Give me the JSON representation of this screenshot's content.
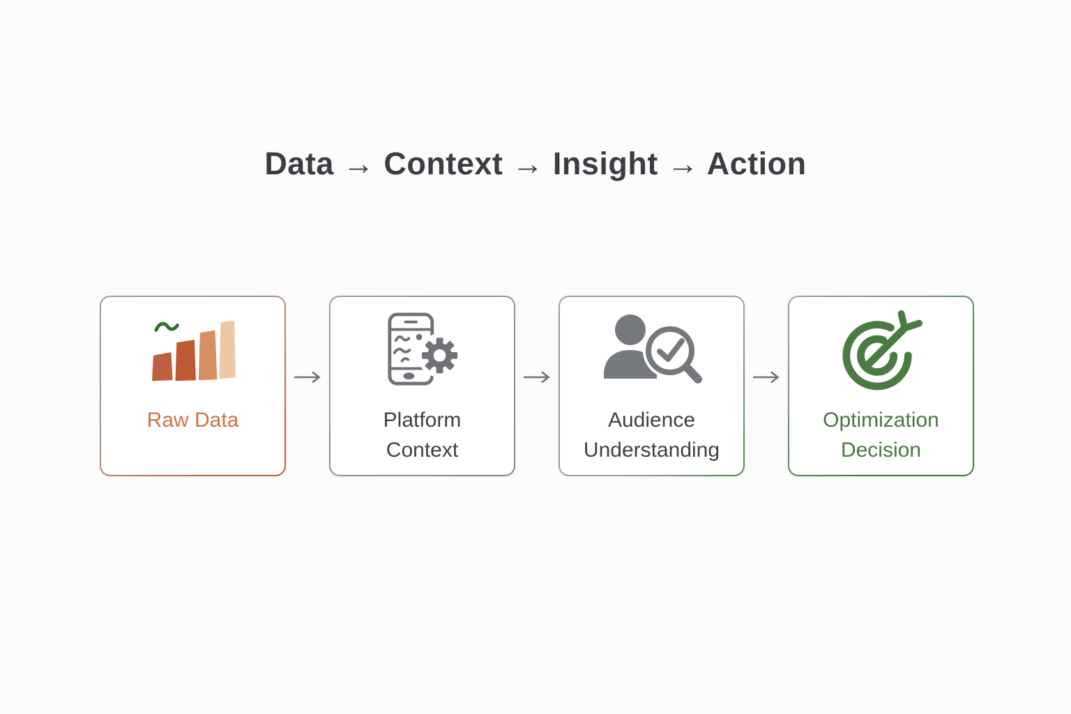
{
  "title": "Data → Context → Insight → Action",
  "flow": {
    "connector_symbol": "→",
    "steps": [
      {
        "name": "raw-data",
        "lines": [
          "Raw Data"
        ],
        "icon": "bar-chart-icon",
        "accent_color": "#c2633c",
        "label_color": "#c87347"
      },
      {
        "name": "platform-context",
        "lines": [
          "Platform",
          "Context"
        ],
        "icon": "phone-gear-icon",
        "accent_color": "#8f9398",
        "label_color": "#3d4145"
      },
      {
        "name": "audience-understanding",
        "lines": [
          "Audience",
          "Understanding"
        ],
        "icon": "person-magnifier-icon",
        "accent_color": "#8f9398",
        "label_color": "#3d4145"
      },
      {
        "name": "optimization-decision",
        "lines": [
          "Optimization",
          "Decision"
        ],
        "icon": "target-arrow-icon",
        "accent_color": "#3e7d3c",
        "label_color": "#47793f"
      }
    ]
  },
  "colors": {
    "background": "#fcfcfc",
    "title_text": "#3a3e43",
    "arrow": "#6d7278",
    "gray_icon": "#6f7378",
    "border_gray": "#9aa0a5",
    "bar_chart_bars": [
      "#bd603f",
      "#bc5a36",
      "#d68f63",
      "#ecc9a4"
    ],
    "bar_chart_squiggle": "#2e7031",
    "target_green": "#4a7c42"
  }
}
